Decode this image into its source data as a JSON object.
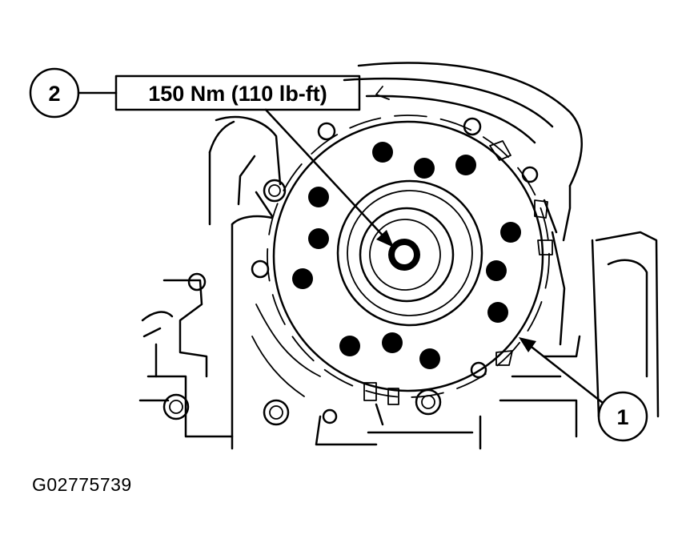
{
  "callouts": [
    {
      "number": "2",
      "label": "150 Nm (110 lb-ft)"
    },
    {
      "number": "1",
      "label": ""
    }
  ],
  "figure_id": "G02775739",
  "icons": [
    "crankshaft-pulley-drawing",
    "pulley-bolt-icon",
    "callout-arrow-icon"
  ]
}
